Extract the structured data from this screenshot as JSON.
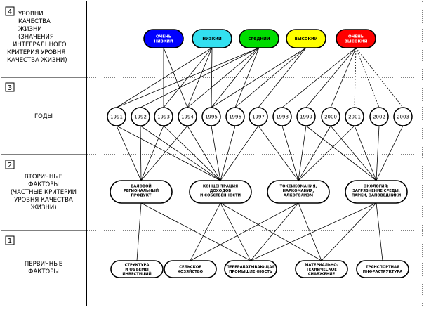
{
  "levels": [
    {
      "number": "4",
      "lines": [
        "УРОВНИ",
        "КАЧЕСТВА",
        "ЖИЗНИ",
        "(ЗНАЧЕНИЯ",
        "ИНТЕГРАЛЬНОГО",
        "КРИТЕРИЯ УРОВНЯ",
        "КАЧЕСТВА ЖИЗНИ)"
      ]
    },
    {
      "number": "3",
      "lines": [
        "ГОДЫ"
      ]
    },
    {
      "number": "2",
      "lines": [
        "ВТОРИЧНЫЕ",
        "ФАКТОРЫ",
        "(ЧАСТНЫЕ КРИТЕРИИ",
        "УРОВНЯ КАЧЕСТВА",
        "ЖИЗНИ)"
      ]
    },
    {
      "number": "1",
      "lines": [
        "ПЕРВИЧНЫЕ",
        "ФАКТОРЫ"
      ]
    }
  ],
  "quality_levels": [
    {
      "lines": [
        "ОЧЕНЬ",
        "НИЗКИЙ"
      ],
      "color": "#0000ff",
      "text_color": "#ffffff"
    },
    {
      "lines": [
        "НИЗКИЙ"
      ],
      "color": "#33e0f0",
      "text_color": "#000000"
    },
    {
      "lines": [
        "СРЕДНИЙ"
      ],
      "color": "#00dd00",
      "text_color": "#000000"
    },
    {
      "lines": [
        "ВЫСОКИЙ"
      ],
      "color": "#ffff00",
      "text_color": "#000000"
    },
    {
      "lines": [
        "ОЧЕНЬ",
        "ВЫСОКИЙ"
      ],
      "color": "#ff0000",
      "text_color": "#ffffff"
    }
  ],
  "years": [
    "1991",
    "1992",
    "1993",
    "1994",
    "1995",
    "1996",
    "1997",
    "1998",
    "1999",
    "2000",
    "2001",
    "2002",
    "2003"
  ],
  "secondary_factors": [
    {
      "lines": [
        "ВАЛОВОЙ",
        "РЕГИОНАЛЬНЫЙ",
        "ПРОДУКТ"
      ]
    },
    {
      "lines": [
        "КОНЦЕНТРАЦИЯ",
        "ДОХОДОВ",
        "И СОБСТВЕННОСТИ"
      ]
    },
    {
      "lines": [
        "ТОКСИКОМАНИЯ,",
        "НАРКОМАНИЯ,",
        "АЛКОГОЛИЗМ"
      ]
    },
    {
      "lines": [
        "ЭКОЛОГИЯ:",
        "ЗАГРЯЗНЕНИЕ СРЕДЫ,",
        "ПАРКИ, ЗАПОВЕДНИКИ"
      ]
    }
  ],
  "primary_factors": [
    {
      "lines": [
        "СТРУКТУРА",
        "И ОБЪЕМЫ",
        "ИНВЕСТИЦИЙ"
      ]
    },
    {
      "lines": [
        "СЕЛЬСКОЕ",
        "ХОЗЯЙСТВО"
      ]
    },
    {
      "lines": [
        "ПЕРЕРАБАТЫВАЮЩАЯ",
        "ПРОМЫШЛЕННОСТЬ"
      ]
    },
    {
      "lines": [
        "МАТЕРИАЛЬНО-",
        "ТЕХНИЧЕСКОЕ",
        "СНАБЖЕНИЕ"
      ]
    },
    {
      "lines": [
        "ТРАНСПОРТНАЯ",
        "ИНФРАСТРУКТУРА"
      ]
    }
  ]
}
